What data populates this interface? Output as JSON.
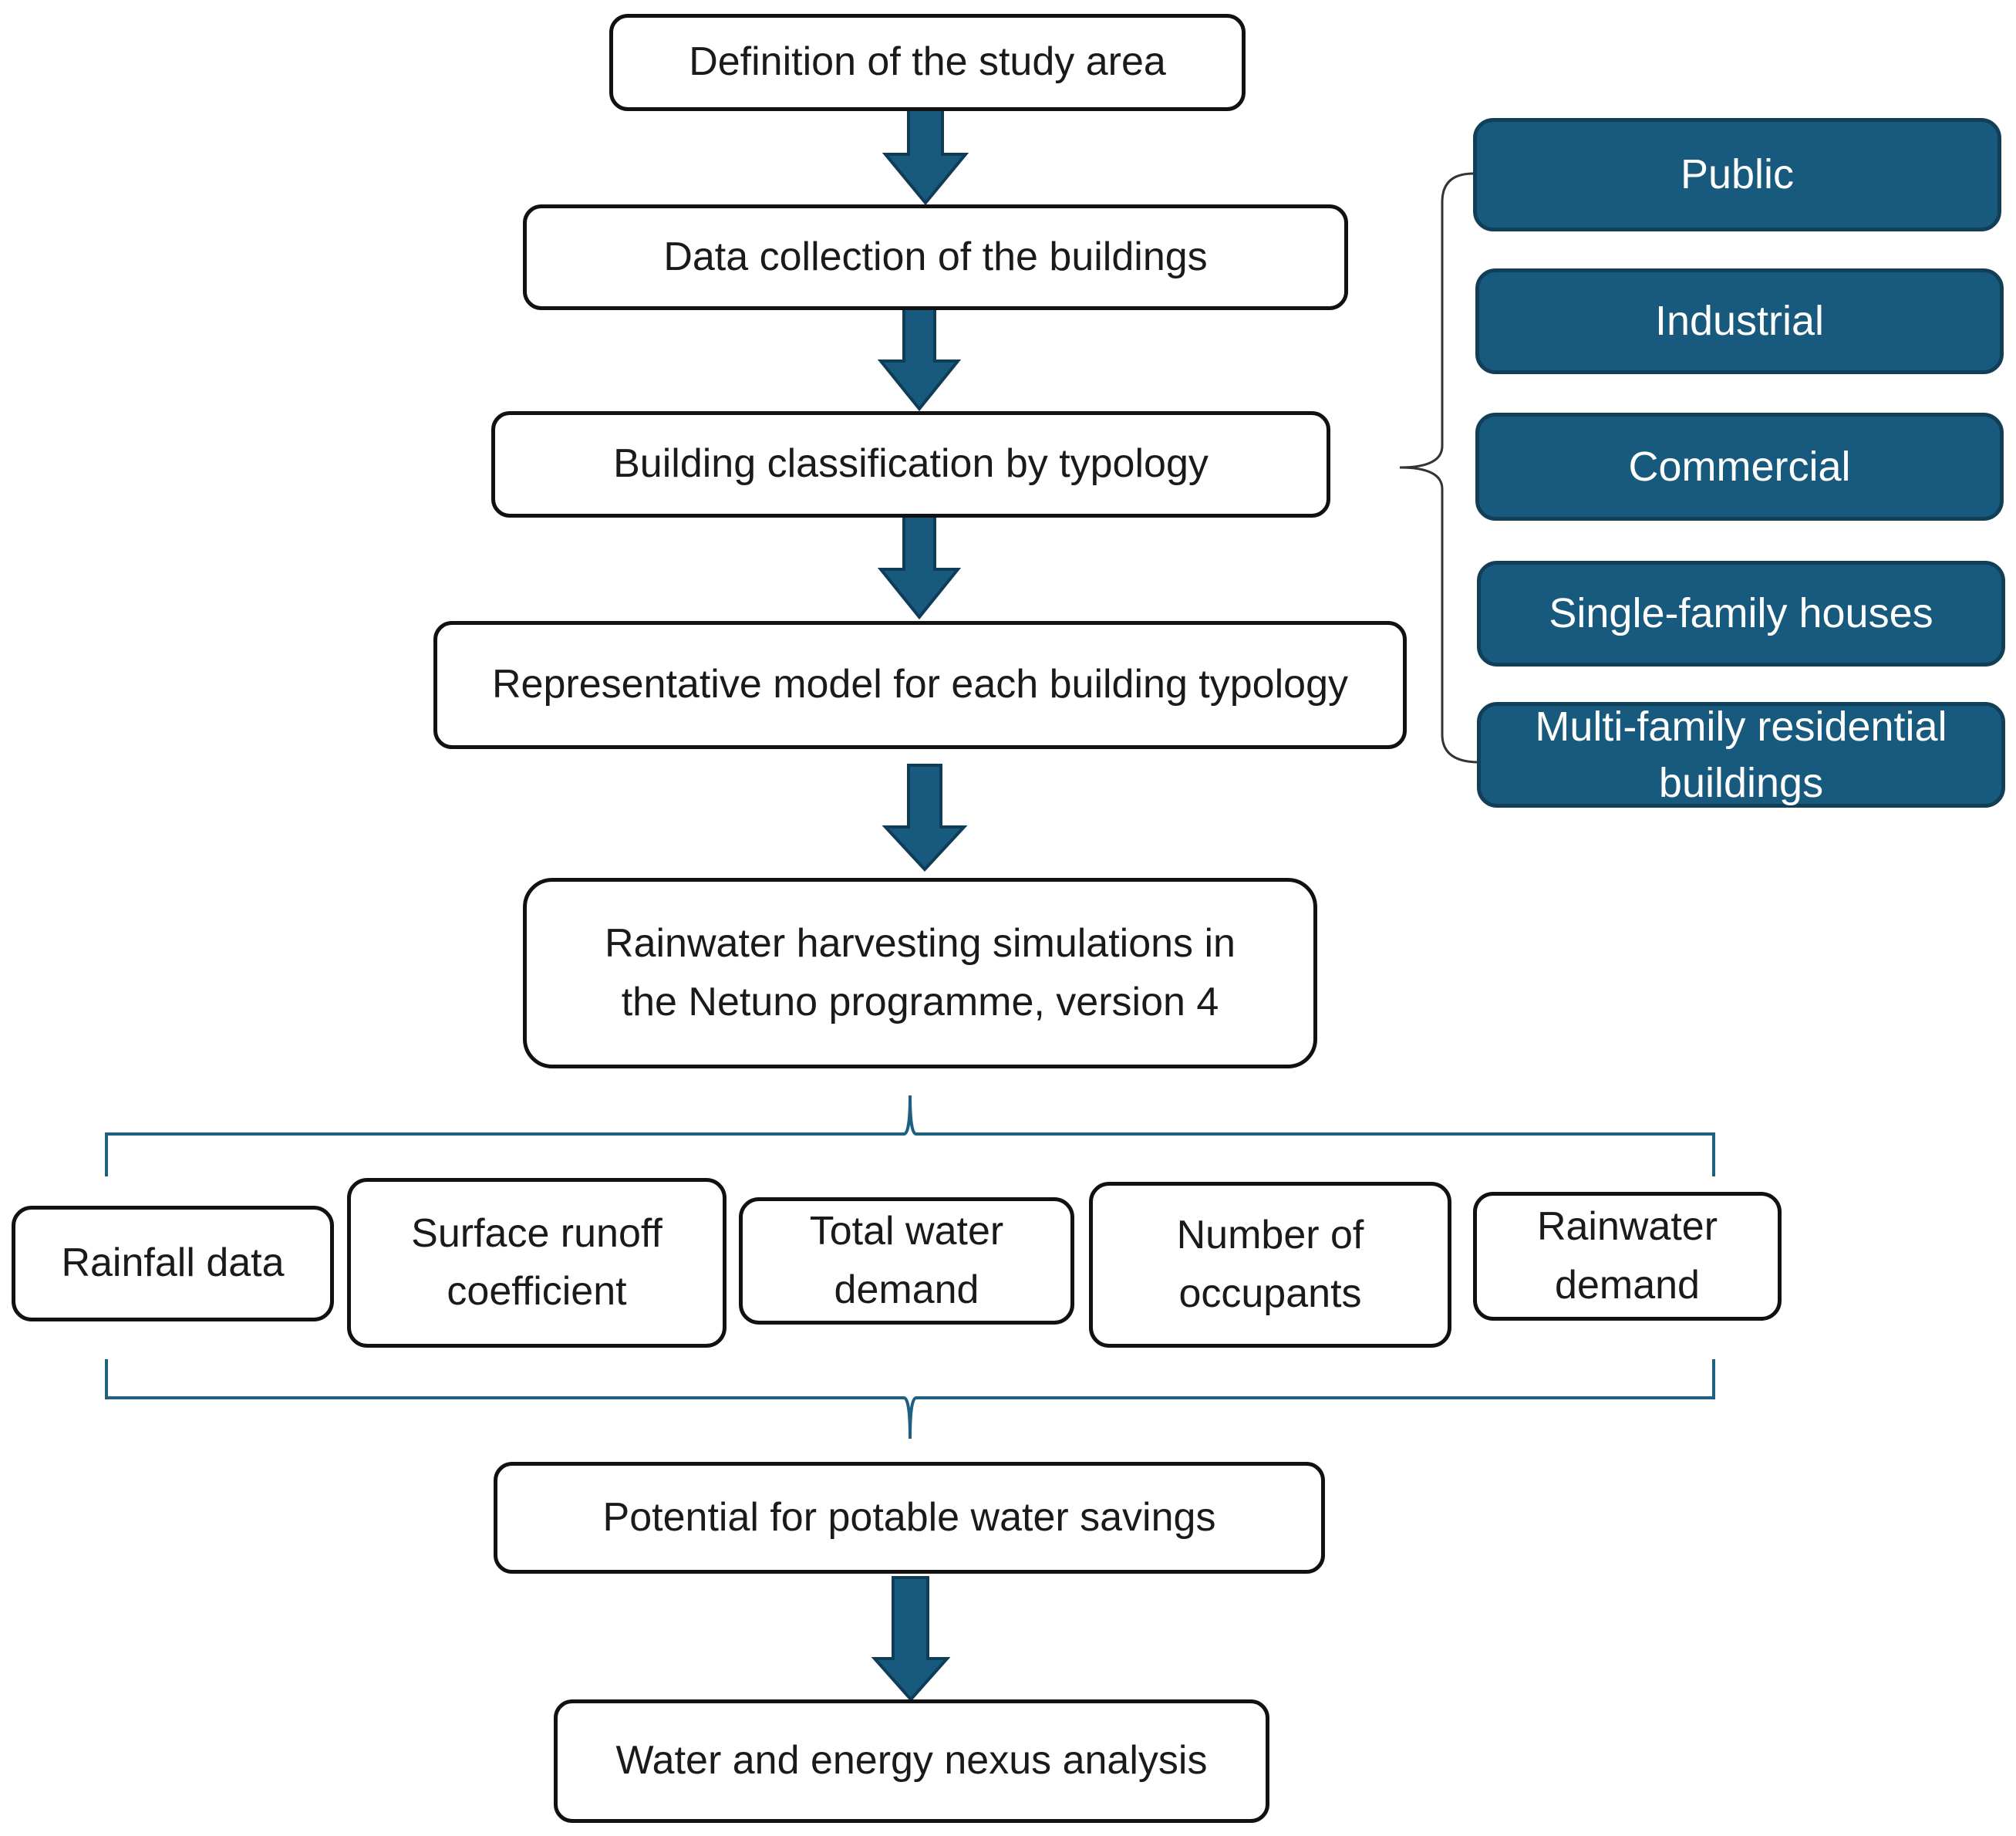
{
  "colors": {
    "accent": "#185a7d",
    "arrow": "#185a7d",
    "arrow_outline": "#0f3d57",
    "bracket": "#1f5f80",
    "box_border": "#111111"
  },
  "steps": {
    "study_area": "Definition of the study area",
    "data_collection": "Data collection of the buildings",
    "classification": "Building classification by typology",
    "representative_model": "Representative model for each building typology",
    "simulations": "Rainwater harvesting simulations in the Netuno programme, version 4",
    "potential_savings": "Potential for potable water savings",
    "nexus_analysis": "Water and energy nexus analysis"
  },
  "typologies": {
    "public": "Public",
    "industrial": "Industrial",
    "commercial": "Commercial",
    "single_family": "Single-family houses",
    "multi_family": "Multi-family residential buildings"
  },
  "inputs": {
    "rainfall": "Rainfall data",
    "runoff": "Surface runoff coefficient",
    "total_demand": "Total water demand",
    "occupants": "Number of occupants",
    "rainwater_demand": "Rainwater demand"
  }
}
